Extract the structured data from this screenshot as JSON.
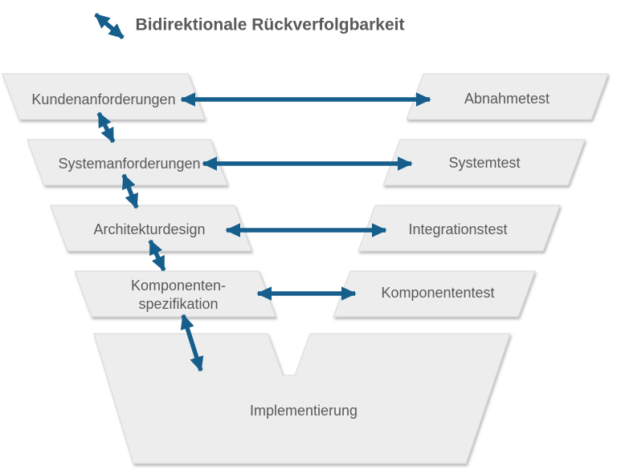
{
  "title": {
    "text": "Bidirektionale Rückverfolgbarkeit"
  },
  "colors": {
    "arrow_blue": "#165E8C",
    "block_fill": "#EDEDED",
    "block_border": "#D9D9D9",
    "label_text": "#595959",
    "background": "#FFFFFF"
  },
  "left_phases": [
    {
      "label": "Kundenanforderungen"
    },
    {
      "label": "Systemanforderungen"
    },
    {
      "label": "Architekturdesign"
    },
    {
      "label": "Komponenten-spezifikation",
      "line1": "Komponenten-",
      "line2": "spezifikation"
    }
  ],
  "right_tests": [
    {
      "label": "Abnahmetest"
    },
    {
      "label": "Systemtest"
    },
    {
      "label": "Integrationstest"
    },
    {
      "label": "Komponententest"
    }
  ],
  "bottom_phase": {
    "label": "Implementierung"
  }
}
